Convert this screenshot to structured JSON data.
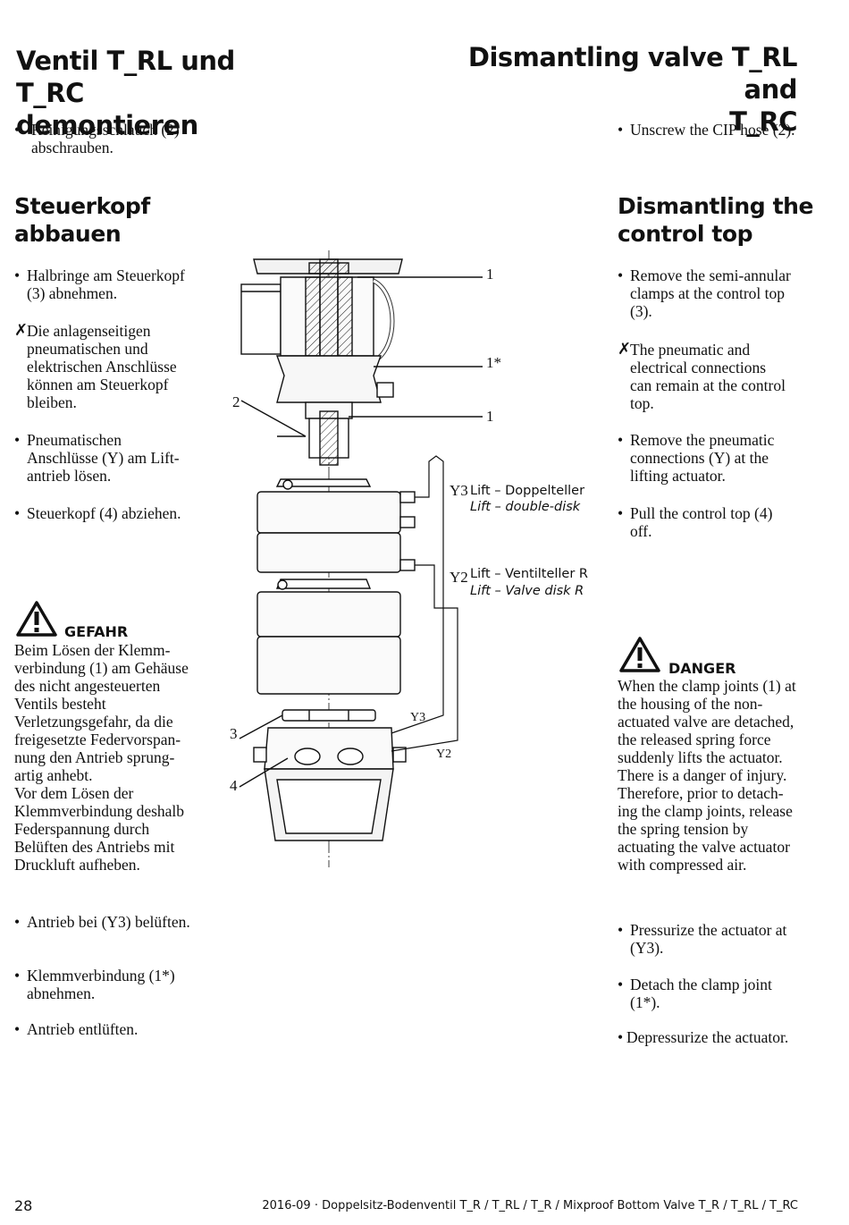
{
  "de": {
    "title_line1": "Ventil T_RL und T_RC",
    "title_line2": "demontieren",
    "step1": "Reinigungsschlauch (2) abschrauben.",
    "section2_line1": "Steuerkopf",
    "section2_line2": "abbauen",
    "items": [
      "Halbringe am Steuer­kopf (3) abnehmen.",
      "Die anlagenseitigen pneumatischen und elektrischen Anschlüsse können am Steuerkopf bleiben.",
      "Pneumatischen Anschlüsse (Y) am Lift­antrieb lösen.",
      "Steuerkopf (4) abziehen."
    ],
    "danger_title": "GEFAHR",
    "danger_text": "Beim Lösen der Klemm­verbindung (1) am Gehäuse des nicht ange­steuerten Ventils besteht Verletzungsgefahr, da die freigesetzte Federvorspan­nung den Antrieb sprung­artig anhebt.\nVor dem Lösen der Klemmverbindung des­halb Federspannung durch Belüften des Antriebs mit Druckluft aufheben.",
    "after": [
      "Antrieb bei (Y3) belüf­ten.",
      "Klemmverbindung (1*) abnehmen.",
      "Antrieb entlüften."
    ]
  },
  "en": {
    "title_line1": "Dismantling valve T_RL and",
    "title_line2": "T_RC",
    "step1": "Unscrew the CIP hose (2).",
    "section2_line1": "Dismantling the",
    "section2_line2": "control top",
    "items": [
      "Remove the semi-annu­lar clamps at the control top (3).",
      "The pneumatic and electrical connections can remain at the con­trol top.",
      "Remove the pneumatic connections (Y) at the lifting actuator.",
      "Pull the control top (4) off."
    ],
    "danger_title": "DANGER",
    "danger_text": "When the clamp joints (1) at the housing of the non-actuated valve are detached, the released spring force suddenly lifts the actuator. There is a danger of injury. Therefore, prior to detach­ing the clamp joints, release the spring tension by actuating the valve actuator with compressed air.",
    "after": [
      "Pressurize the actuator at (Y3).",
      "Detach the clamp joint (1*).",
      "Depressurize the actuator."
    ]
  },
  "figure": {
    "labels": {
      "l1a": "1",
      "l1star": "1*",
      "l1b": "1",
      "l2": "2",
      "l3": "3",
      "l4": "4",
      "y3": "Y3",
      "y2": "Y2",
      "y3small": "Y3",
      "y2small": "Y2"
    },
    "caption_y3_de": "Lift – Doppelteller",
    "caption_y3_en": "Lift – double-disk",
    "caption_y2_de": "Lift – Ventilteller R",
    "caption_y2_en": "Lift – Valve disk R"
  },
  "symbols": {
    "bullet": "•",
    "xmark": "✗",
    "warning_icon": "warning-triangle-icon"
  },
  "footer": {
    "page_number": "28",
    "doc_title": "2016-09 · Doppelsitz-Bodenventil T_R / T_RL / T_R / Mixproof Bottom Valve T_R / T_RL / T_RC"
  }
}
